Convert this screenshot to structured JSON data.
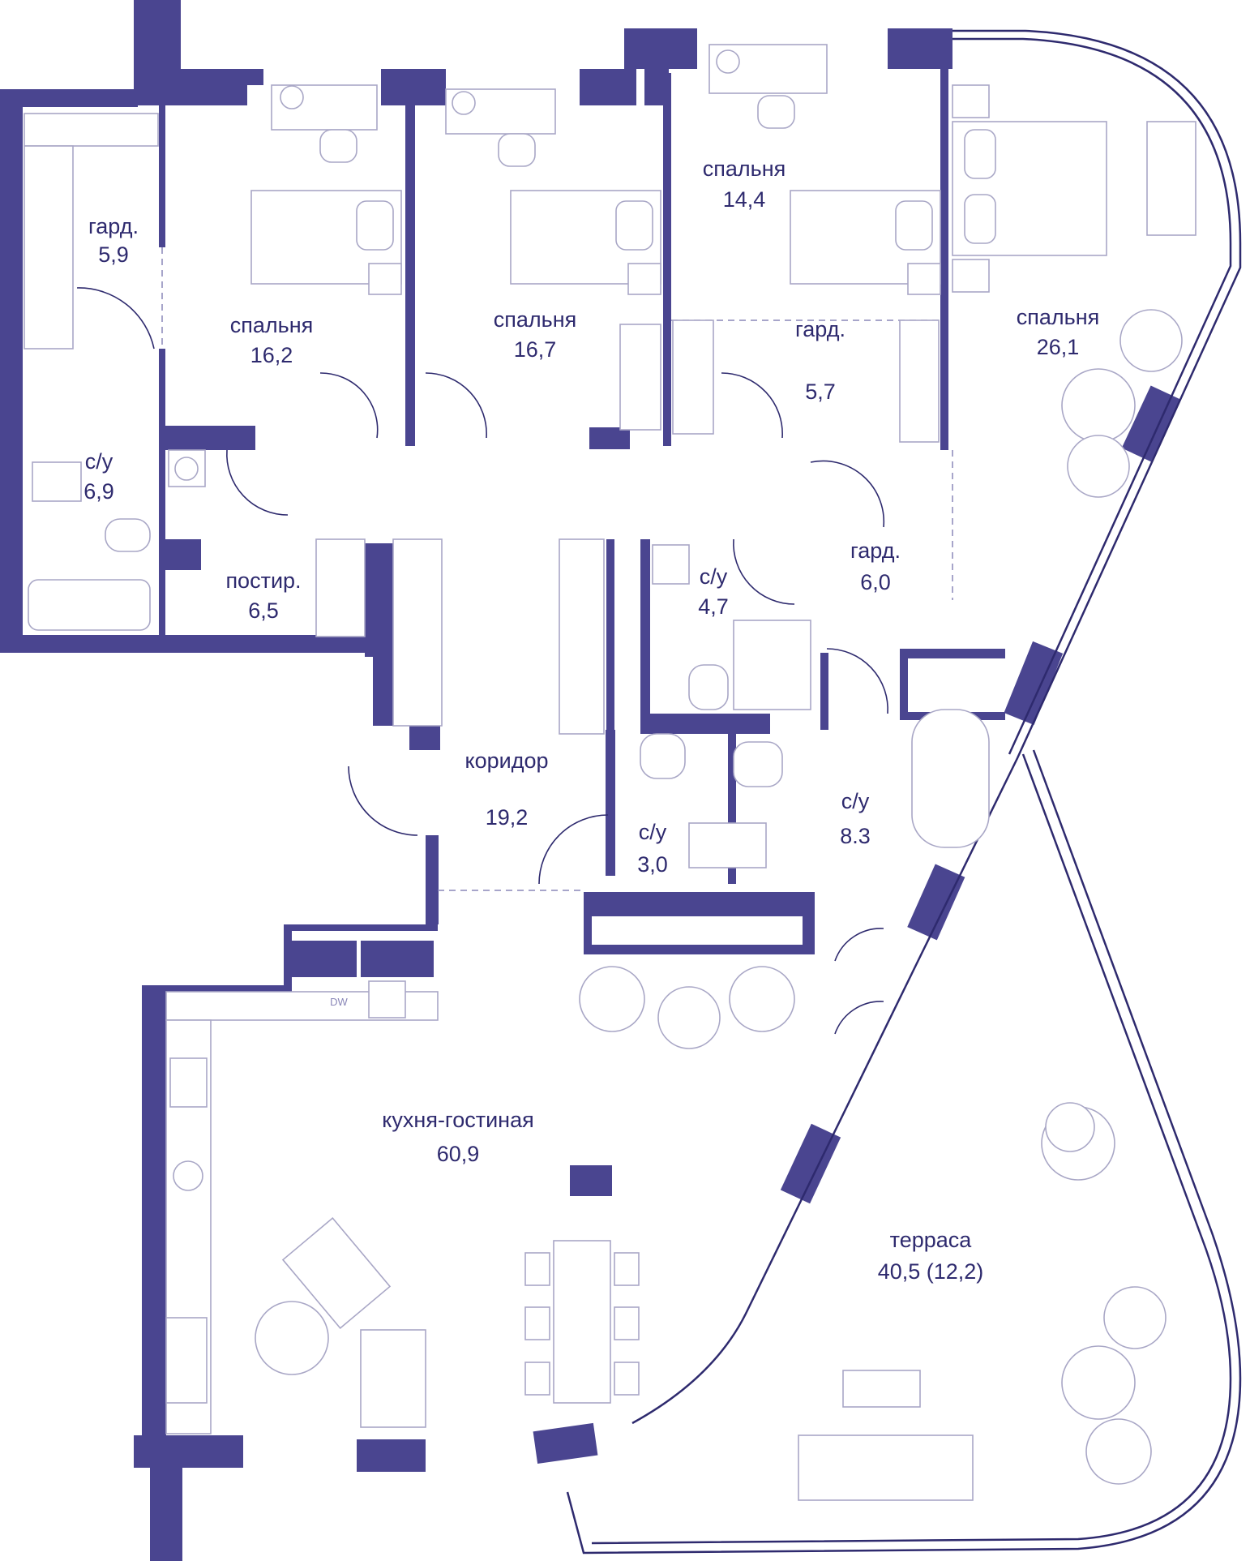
{
  "rooms": {
    "gard_1": {
      "name": "гард.",
      "area": "5,9"
    },
    "bedroom_1": {
      "name": "спальня",
      "area": "16,2"
    },
    "bedroom_2": {
      "name": "спальня",
      "area": "16,7"
    },
    "bedroom_3": {
      "name": "спальня",
      "area": "14,4"
    },
    "bedroom_4": {
      "name": "спальня",
      "area": "26,1"
    },
    "gard_2": {
      "name": "гард.",
      "area": "5,7"
    },
    "bath_1": {
      "name": "с/у",
      "area": "6,9"
    },
    "laundry": {
      "name": "постир.",
      "area": "6,5"
    },
    "bath_2": {
      "name": "с/у",
      "area": "4,7"
    },
    "gard_3": {
      "name": "гард.",
      "area": "6,0"
    },
    "corridor": {
      "name": "коридор",
      "area": "19,2"
    },
    "bath_3": {
      "name": "с/у",
      "area": "3,0"
    },
    "bath_4": {
      "name": "с/у",
      "area": "8.3"
    },
    "living": {
      "name": "кухня-гостиная",
      "area": "60,9"
    },
    "terrace": {
      "name": "терраса",
      "area": "40,5 (12,2)"
    }
  },
  "appliances": {
    "dishwasher": "DW"
  },
  "colors": {
    "wall": "#4a4590",
    "text": "#2e2a6e",
    "furniture": "#a9a7c6"
  }
}
